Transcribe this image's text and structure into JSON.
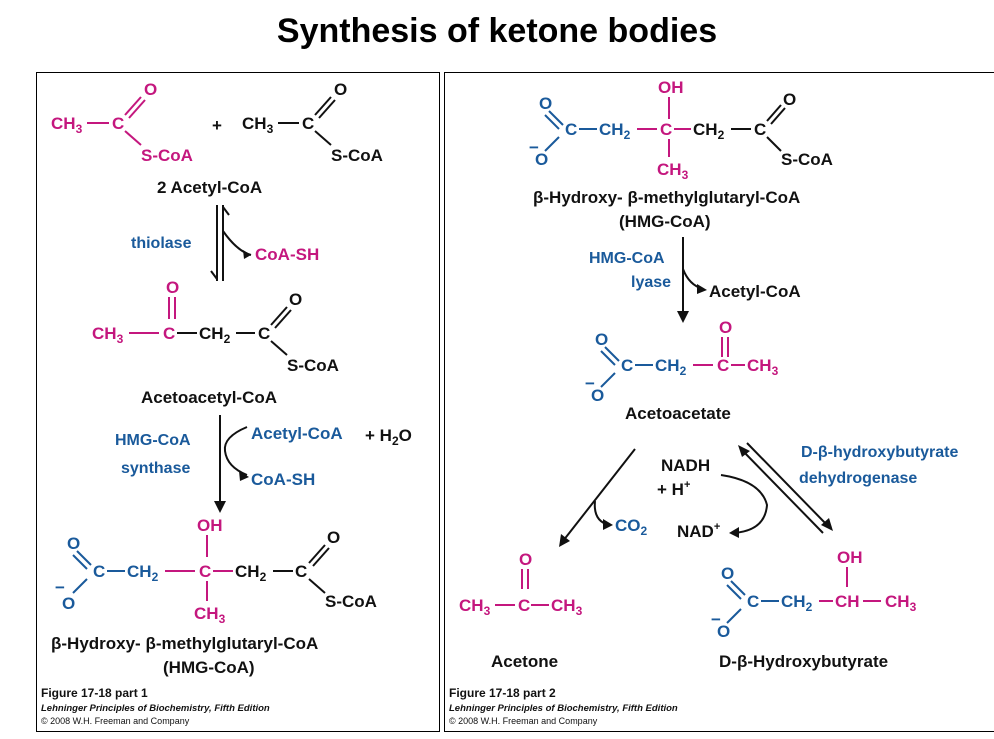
{
  "title": "Synthesis of ketone bodies",
  "left": {
    "acetyl_label": "2 Acetyl-CoA",
    "thiolase": "thiolase",
    "coash_1": "CoA-SH",
    "acetoacetyl_label": "Acetoacetyl-CoA",
    "hmg_synthase_1": "HMG-CoA",
    "hmg_synthase_2": "synthase",
    "acetyl_coa_in": "Acetyl-CoA",
    "plus_h2o": "+ H",
    "h2o_sub": "2",
    "h2o_o": "O",
    "coash_2": "CoA-SH",
    "hmg_label_1": "β-Hydroxy- β-methylglutaryl-CoA",
    "hmg_label_2": "(HMG-CoA)",
    "caption_1": "Figure 17-18 part 1",
    "caption_2": "Lehninger Principles of Biochemistry, Fifth Edition",
    "caption_3": "© 2008 W.H. Freeman and Company"
  },
  "right": {
    "hmg_label_1": "β-Hydroxy- β-methylglutaryl-CoA",
    "hmg_label_2": "(HMG-CoA)",
    "lyase_1": "HMG-CoA",
    "lyase_2": "lyase",
    "acetyl_coa_out": "Acetyl-CoA",
    "acetoacetate_label": "Acetoacetate",
    "nadh": "NADH",
    "h_plus": "+ H",
    "co2": "CO",
    "co2_sub": "2",
    "nad_plus": "NAD",
    "dehydrogenase_1": "D-β-hydroxybutyrate",
    "dehydrogenase_2": "dehydrogenase",
    "acetone_label": "Acetone",
    "hydroxybutyrate_label": "D-β-Hydroxybutyrate",
    "caption_1": "Figure 17-18 part 2",
    "caption_2": "Lehninger Principles of Biochemistry, Fifth Edition",
    "caption_3": "© 2008 W.H. Freeman and Company"
  },
  "atoms": {
    "ch3": "CH",
    "ch3_sub": "3",
    "ch2": "CH",
    "ch2_sub": "2",
    "c": "C",
    "o": "O",
    "oh": "OH",
    "scoa": "S-CoA",
    "o_minus": "O",
    "minus": "−",
    "ch": "CH",
    "plus_sign": "+"
  },
  "colors": {
    "magenta": "#c4177e",
    "blue": "#1a5a9b",
    "black": "#111111"
  }
}
